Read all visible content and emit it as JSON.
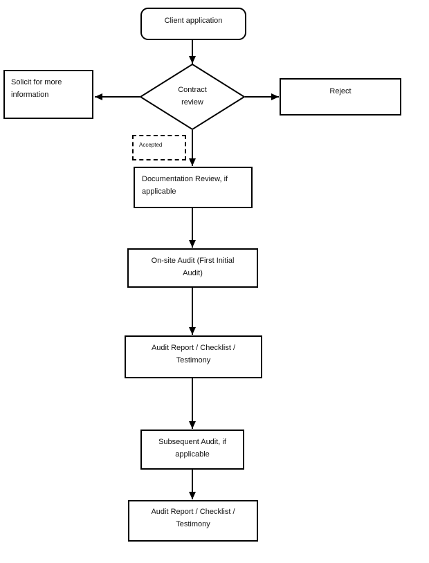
{
  "canvas": {
    "background": "#ffffff",
    "line_color": "#000000",
    "text_color": "#111111"
  },
  "nodes": {
    "client_application": {
      "label": "Client application",
      "shape": "rounded-rectangle"
    },
    "contract_review": {
      "label": "Contract\nreview",
      "shape": "diamond"
    },
    "solicit_more_info": {
      "label": "Solicit for more\ninformation",
      "shape": "rectangle"
    },
    "reject": {
      "label": "Reject",
      "shape": "rectangle"
    },
    "accepted": {
      "label": "Accepted",
      "shape": "dashed-rectangle"
    },
    "documentation_review": {
      "label": "Documentation Review, if\napplicable",
      "shape": "rectangle"
    },
    "onsite_audit": {
      "label": "On-site Audit (First Initial\nAudit)",
      "shape": "rectangle"
    },
    "audit_report_1": {
      "label": "Audit Report / Checklist /\nTestimony",
      "shape": "rectangle"
    },
    "subsequent_audit": {
      "label": "Subsequent Audit, if\napplicable",
      "shape": "rectangle"
    },
    "audit_report_2": {
      "label": "Audit Report / Checklist /\nTestimony",
      "shape": "rectangle"
    }
  },
  "edges": [
    {
      "from": "client_application",
      "to": "contract_review",
      "label": ""
    },
    {
      "from": "contract_review",
      "to": "solicit_more_info",
      "label": ""
    },
    {
      "from": "contract_review",
      "to": "reject",
      "label": ""
    },
    {
      "from": "contract_review",
      "to": "documentation_review",
      "label": "Accepted"
    },
    {
      "from": "documentation_review",
      "to": "onsite_audit",
      "label": ""
    },
    {
      "from": "onsite_audit",
      "to": "audit_report_1",
      "label": ""
    },
    {
      "from": "audit_report_1",
      "to": "subsequent_audit",
      "label": ""
    },
    {
      "from": "subsequent_audit",
      "to": "audit_report_2",
      "label": ""
    }
  ]
}
